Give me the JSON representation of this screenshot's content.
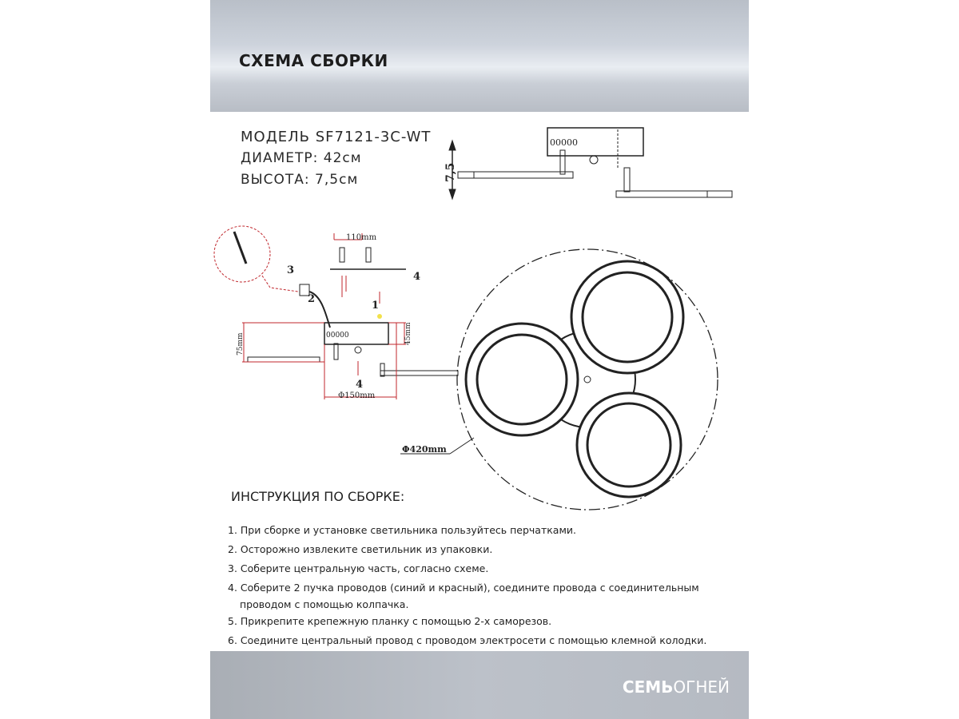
{
  "header": {
    "title": "СХЕМА СБОРКИ"
  },
  "specs": {
    "model": "МОДЕЛЬ SF7121-3C-WT",
    "diameter": "ДИАМЕТР: 42см",
    "height": "ВЫСОТА: 7,5см"
  },
  "diagram": {
    "height_label": "7,5",
    "dim_110": "110mm",
    "dim_75": "75mm",
    "dim_45": "45mm",
    "dim_150": "Φ150mm",
    "dim_420": "Φ420mm",
    "step_1": "1",
    "step_2": "2",
    "step_3": "3",
    "step_4a": "4",
    "step_4b": "4",
    "terminal": "00000",
    "terminal_side": "00000"
  },
  "instructions": {
    "title": "ИНСТРУКЦИЯ ПО СБОРКЕ:",
    "steps": [
      "1. При сборке и установке светильника пользуйтесь перчатками.",
      "2. Осторожно извлеките светильник из упаковки.",
      "3. Соберите центральную часть, согласно схеме.",
      "4. Соберите 2 пучка проводов (синий и красный), соедините провода с соединительным",
      "проводом с помощью колпачка.",
      "5. Прикрепите крепежную планку с помощью 2-х саморезов.",
      "6. Соедините центральный провод с проводом электросети с помощью клемной колодки."
    ]
  },
  "footer": {
    "brand_bold": "СЕМЬ",
    "brand_light": "ОГНЕЙ"
  },
  "colors": {
    "dim_red": "#c0272d",
    "header_gray": "#c9ced6"
  }
}
